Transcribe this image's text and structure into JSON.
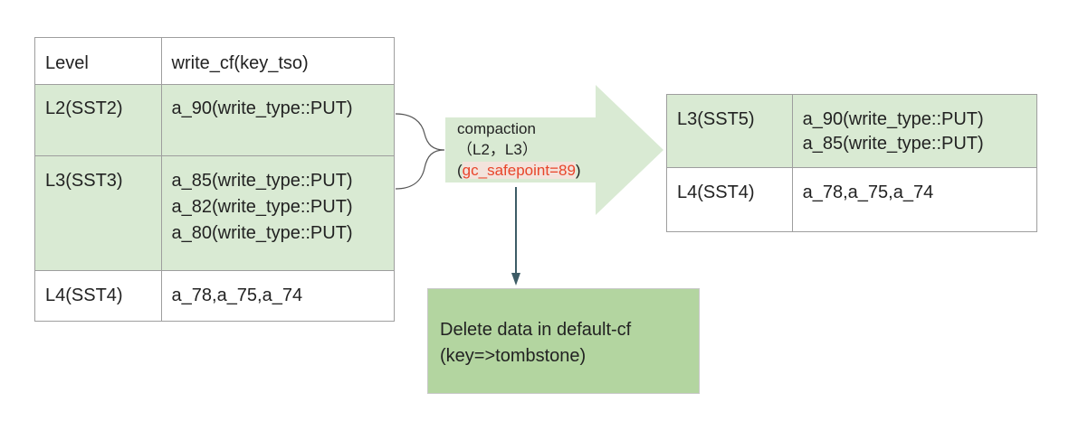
{
  "left_table": {
    "header": {
      "col1": "Level",
      "col2": "write_cf(key_tso)"
    },
    "rows": [
      {
        "level": "L2(SST2)",
        "entries": [
          "a_90(write_type::PUT)"
        ]
      },
      {
        "level": "L3(SST3)",
        "entries": [
          "a_85(write_type::PUT)",
          "a_82(write_type::PUT)",
          "a_80(write_type::PUT)"
        ]
      },
      {
        "level": "L4(SST4)",
        "entries": [
          "a_78,a_75,a_74"
        ]
      }
    ]
  },
  "compaction": {
    "line1": "compaction",
    "line2": "（L2，L3）",
    "open_paren": "(",
    "safepoint": "gc_safepoint=89",
    "close_paren": ")"
  },
  "right_table": {
    "rows": [
      {
        "level": "L3(SST5)",
        "entries": [
          "a_90(write_type::PUT)",
          "a_85(write_type::PUT)"
        ]
      },
      {
        "level": "L4(SST4)",
        "entries": [
          "a_78,a_75,a_74"
        ]
      }
    ]
  },
  "delete_box": {
    "line1": "Delete data in default-cf",
    "line2": "(key=>tombstone)"
  },
  "colors": {
    "green_fill": "#d9ead3",
    "delete_fill": "#b3d5a0",
    "safepoint_text": "#e8452a",
    "down_arrow": "#3d5c66"
  }
}
